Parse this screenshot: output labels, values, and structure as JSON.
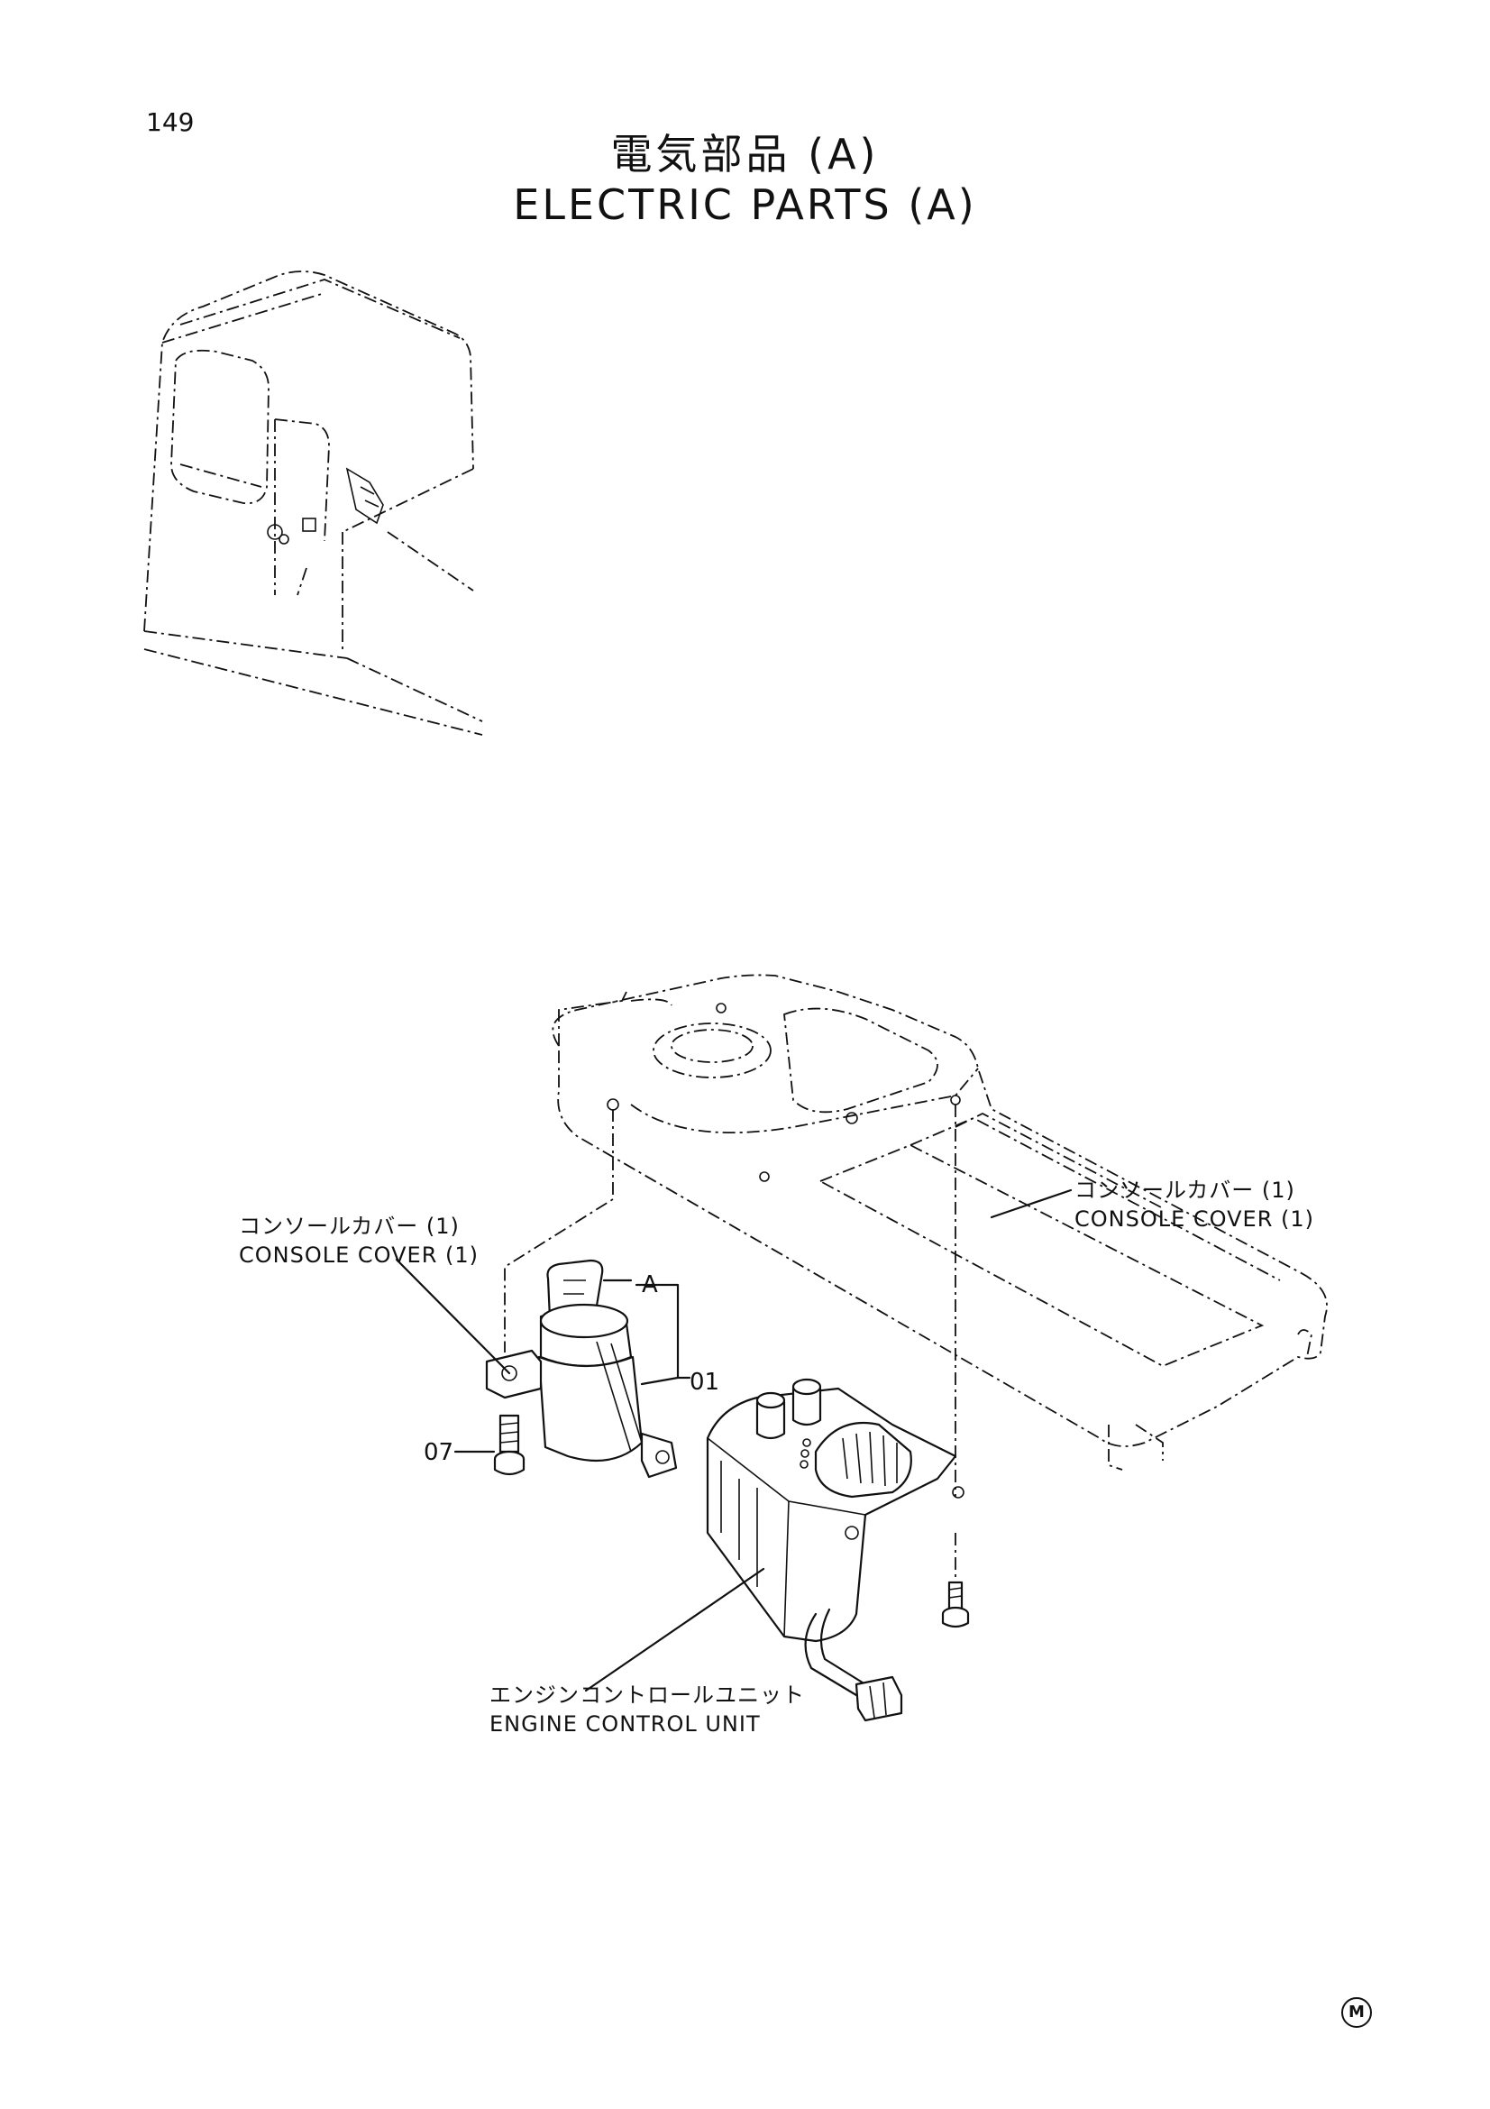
{
  "page": {
    "number": "149",
    "title_jp": "電気部品 (A)",
    "title_en": "ELECTRIC  PARTS  (A)"
  },
  "labels": {
    "console_cover_left_jp": "コンソールカバー (1)",
    "console_cover_left_en": "CONSOLE  COVER  (1)",
    "console_cover_right_jp": "コンソールカバー (1)",
    "console_cover_right_en": "CONSOLE  COVER  (1)",
    "ecu_jp": "エンジンコントロールユニット",
    "ecu_en": "ENGINE  CONTROL  UNIT"
  },
  "callouts": {
    "key_switch": "A",
    "part_01": "01",
    "part_07": "07"
  },
  "mark": "M"
}
